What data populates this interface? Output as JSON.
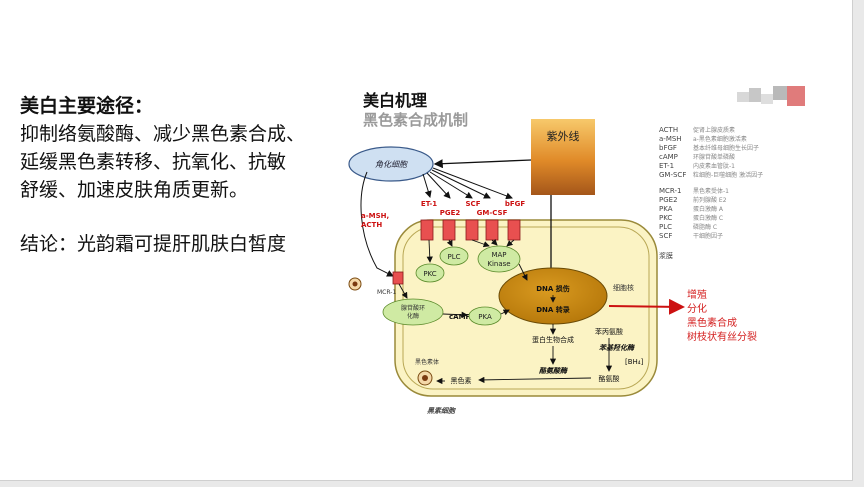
{
  "left_text": {
    "title": "美白主要途径：",
    "lines": [
      "抑制络氨酸酶、减少黑色素合成、",
      "延缓黑色素转移、抗氧化、抗敏",
      "舒缓、加速皮肤角质更新。"
    ],
    "conclusion": "结论：光韵霜可提肝肌肤白皙度"
  },
  "figure": {
    "title": "美白机理",
    "subtitle": "黑色素合成机制",
    "uv_label": "紫外线",
    "keratinocyte": "角化细胞",
    "msh_acth": [
      "a-MSH,",
      "ACTH"
    ],
    "mcr1": "MCR-1",
    "factors": [
      "ET-1",
      "PGE2",
      "SCF",
      "GM-CSF",
      "bFGF"
    ],
    "pkc": "PKC",
    "plc": "PLC",
    "map_kinase": [
      "MAP",
      "Kinase"
    ],
    "adenylate": [
      "腺苷酸环",
      "化酶"
    ],
    "camp": "cAMP",
    "pka": "PKA",
    "dna_damage": "DNA 损伤",
    "dna_transcription": "DNA 转录",
    "nucleus_label": "细胞核",
    "cytoplasm_label": "浆膜",
    "protein_synthesis": "蛋白生物合成",
    "phenylalanine": "苯丙氨酸",
    "phenylalanine_hydroxylase": "苯基羟化酶",
    "bh4": "[BH₄]",
    "tyrosinase": "酪氨酸酶",
    "tyrosine": "酪氨酸",
    "melanin": "黑色素",
    "melanosome": "黑色素体",
    "melanocyte": "黑素细胞",
    "outcomes": [
      "增殖",
      "分化",
      "黑色素合成",
      "树枝状有丝分裂"
    ],
    "legend": [
      {
        "abbr": "ACTH",
        "desc": "促肾上腺皮质素"
      },
      {
        "abbr": "a-MSH",
        "desc": "a-黑色素细胞激活素"
      },
      {
        "abbr": "bFGF",
        "desc": "基本纤维母细胞生长因子"
      },
      {
        "abbr": "cAMP",
        "desc": "环腺苷酸单磷酸"
      },
      {
        "abbr": "ET-1",
        "desc": "内皮素血管肽-1"
      },
      {
        "abbr": "GM-SCF",
        "desc": "粒细胞-巨噬细胞 激活因子"
      },
      {
        "abbr": "MCR-1",
        "desc": "黑色素受体-1"
      },
      {
        "abbr": "PGE2",
        "desc": "前列腺酸 E2"
      },
      {
        "abbr": "PKA",
        "desc": "蛋白激酶 A"
      },
      {
        "abbr": "PKC",
        "desc": "蛋白激酶 C"
      },
      {
        "abbr": "PLC",
        "desc": "磷脂酶 C"
      },
      {
        "abbr": "SCF",
        "desc": "干细胞因子"
      }
    ],
    "colors": {
      "cell_fill": "#fbf3c4",
      "cell_border": "#9a8a3a",
      "nucleus": "#c88a12",
      "green_fill": "#cfeaa3",
      "receptor": "#e85050",
      "factor_text": "#cc1111",
      "outcome_text": "#d42020",
      "keratinocyte_fill": "#cfe0f2"
    }
  }
}
